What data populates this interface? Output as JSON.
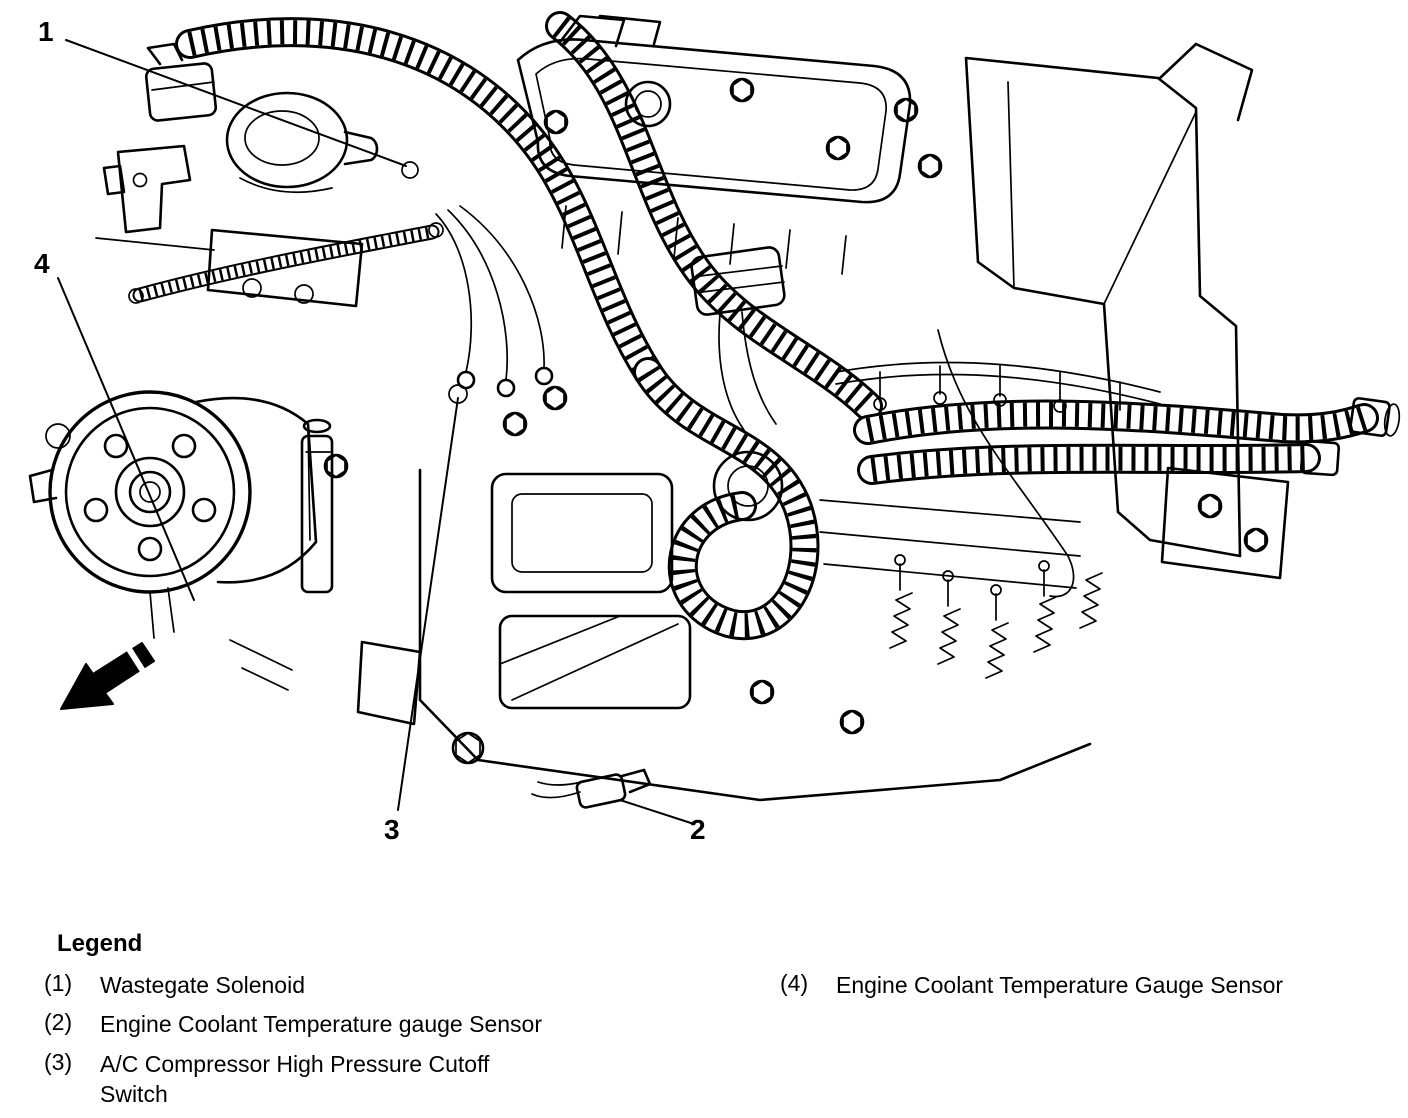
{
  "diagram": {
    "callouts": [
      {
        "number": "1"
      },
      {
        "number": "2"
      },
      {
        "number": "3"
      },
      {
        "number": "4"
      }
    ]
  },
  "legend": {
    "title": "Legend",
    "items": [
      {
        "number": "(1)",
        "label": "Wastegate Solenoid"
      },
      {
        "number": "(2)",
        "label": "Engine Coolant Temperature gauge Sensor"
      },
      {
        "number": "(3)",
        "label": "A/C Compressor High Pressure Cutoff\nSwitch"
      },
      {
        "number": "(4)",
        "label": "Engine Coolant Temperature Gauge Sensor"
      }
    ]
  }
}
